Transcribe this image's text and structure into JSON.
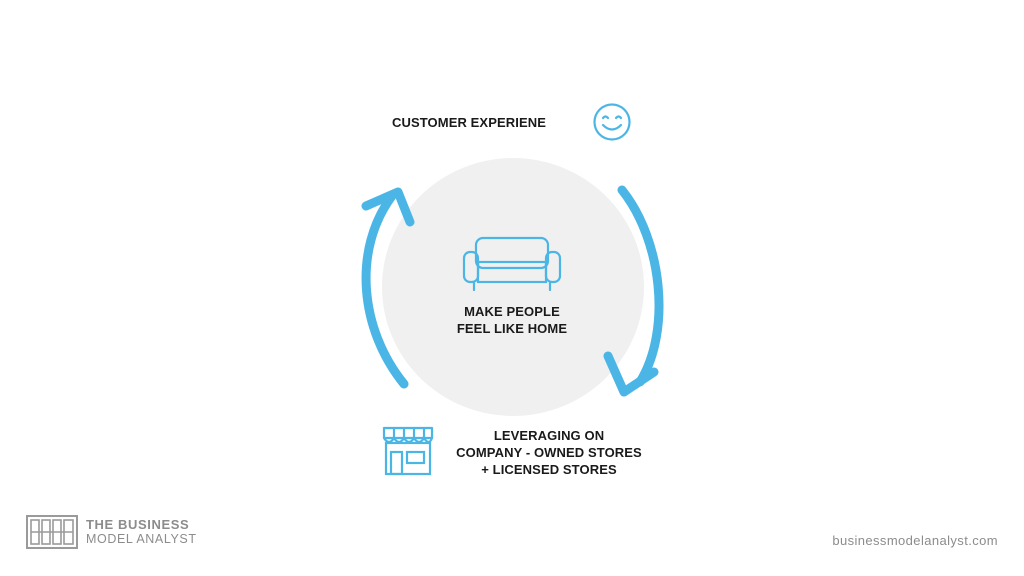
{
  "diagram": {
    "top_label": "CUSTOMER EXPERIENE",
    "center_label": [
      "MAKE PEOPLE",
      "FEEL LIKE HOME"
    ],
    "bottom_label": [
      "LEVERAGING ON",
      "COMPANY - OWNED STORES",
      "+ LICENSED STORES"
    ],
    "icons": [
      "smiley-icon",
      "sofa-icon",
      "storefront-icon",
      "cycle-arrow-icon"
    ],
    "colors": {
      "accent": "#4bb6e6",
      "circle": "#f0f0f0",
      "text": "#1a1a1a",
      "muted": "#8c8c8c"
    }
  },
  "footer": {
    "brand_lines": [
      "THE BUSINESS",
      "MODEL ANALYST"
    ],
    "website": "businessmodelanalyst.com"
  }
}
